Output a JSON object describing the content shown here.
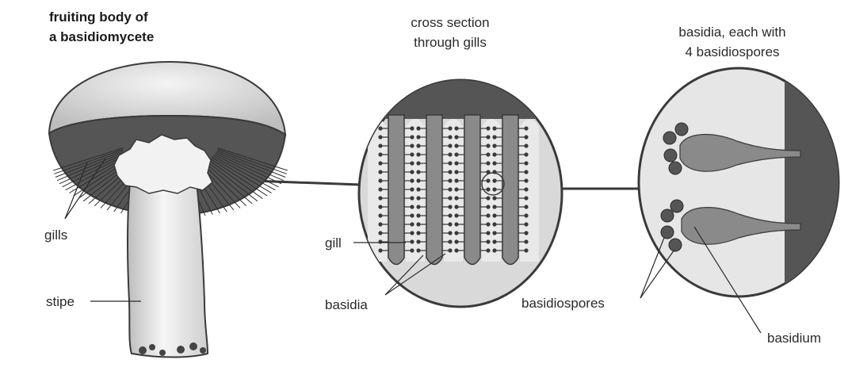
{
  "titles": {
    "fruiting_body_line1": "fruiting body of",
    "fruiting_body_line2": "a basidiomycete",
    "cross_section_line1": "cross section",
    "cross_section_line2": "through gills",
    "basidia_line1": "basidia, each with",
    "basidia_line2": "4 basidiospores"
  },
  "labels": {
    "gills": "gills",
    "stipe": "stipe",
    "gill": "gill",
    "basidia": "basidia",
    "basidiospores": "basidiospores",
    "basidium": "basidium"
  },
  "colors": {
    "dark_fill": "#555555",
    "mid_fill": "#8a8a8a",
    "light_fill": "#e4e4e4",
    "cap_fill": "#d2d2d2",
    "stipe_fill": "#e9e9e9",
    "outline": "#3a3a3a"
  }
}
